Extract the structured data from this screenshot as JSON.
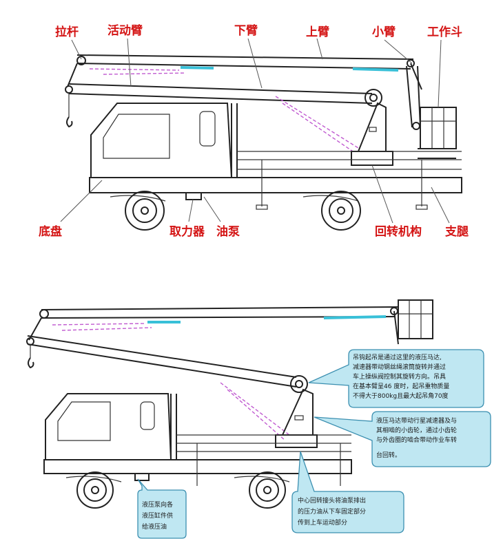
{
  "top": {
    "labels": {
      "pull_rod": "拉杆",
      "movable_arm": "活动臂",
      "lower_arm": "下臂",
      "upper_arm": "上臂",
      "small_arm": "小臂",
      "work_bucket": "工作斗",
      "chassis": "底盘",
      "pto": "取力器",
      "oil_pump": "油泵",
      "slewing": "回转机构",
      "outrigger": "支腿"
    }
  },
  "bottom": {
    "callouts": {
      "hook": [
        "吊钩起吊是通过这里的液压马达,",
        "减速器带动钢丝绳滚筒旋转并通过",
        "车上操纵阀控制其旋转方向。吊具",
        "在基本臂呈46 度时，起吊重物质量",
        "不得大于800kg且最大起吊角70度"
      ],
      "slewing": [
        "液压马达带动行星减速器及与",
        "其相啮的小齿轮，通过小齿轮",
        "与外齿圈的啮合带动作业车转",
        "台回转。"
      ],
      "pump": [
        "液压泵向各",
        "液压缸件供",
        "给液压油"
      ],
      "joint": [
        "中心回转接头将油泵排出",
        "的压力油从下车固定部分",
        "传到上车运动部分"
      ]
    }
  },
  "colors": {
    "label_red": "#d41414",
    "line_dark": "#222222",
    "hydraulic_magenta": "#c05ad0",
    "hydraulic_cyan": "#38c0d8",
    "callout_fill": "#bfe7f2"
  }
}
